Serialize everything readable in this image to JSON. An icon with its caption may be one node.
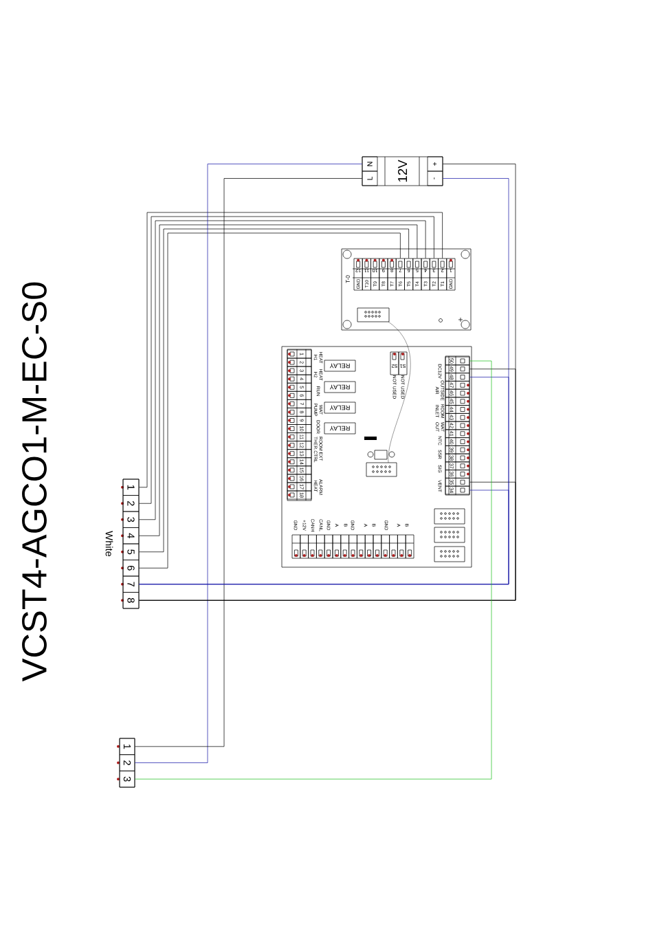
{
  "diagram": {
    "title": "VCST4-AGCO1-M-EC-S0",
    "nodes": [
      {
        "text": [
          "12V"
        ]
      },
      {
        "text": [
          "N"
        ],
        "in": 0
      },
      {
        "text": [
          "L"
        ],
        "in": 0
      },
      {
        "text": [
          "+"
        ],
        "in": 0
      },
      {
        "text": [
          "-"
        ],
        "in": 0
      },
      {
        "text": [],
        "shape": "box"
      },
      {
        "text": [
          "1"
        ],
        "in": 5
      },
      {
        "text": [
          "2"
        ],
        "in": 5
      },
      {
        "text": [
          "3"
        ],
        "in": 5
      },
      {
        "text": [
          "4"
        ],
        "in": 5
      },
      {
        "text": [
          "5"
        ],
        "in": 5
      },
      {
        "text": [
          "6"
        ],
        "in": 5
      },
      {
        "text": [
          "7"
        ],
        "in": 5
      },
      {
        "text": [
          "8"
        ],
        "in": 5
      },
      {
        "text": [
          "9"
        ],
        "in": 5
      },
      {
        "text": [
          "10"
        ],
        "in": 5
      },
      {
        "text": [
          "11"
        ],
        "in": 5
      },
      {
        "text": [
          "12"
        ],
        "in": 5
      },
      {
        "text": [],
        "shape": "box"
      },
      {
        "text": [
          "1"
        ],
        "in": 18
      },
      {
        "text": [
          "2"
        ],
        "in": 18
      },
      {
        "text": [
          "3"
        ],
        "in": 18
      },
      {
        "text": [
          "4"
        ],
        "in": 18
      },
      {
        "text": [
          "5"
        ],
        "in": 18
      },
      {
        "text": [
          "6"
        ],
        "in": 18
      },
      {
        "text": [
          "7"
        ],
        "in": 18
      },
      {
        "text": [
          "8"
        ],
        "in": 18
      },
      {
        "text": [
          "9"
        ],
        "in": 18
      },
      {
        "text": [
          "10"
        ],
        "in": 18
      },
      {
        "text": [
          "11"
        ],
        "in": 18
      },
      {
        "text": [
          "12"
        ],
        "in": 18
      },
      {
        "text": [
          "13"
        ],
        "in": 18
      },
      {
        "text": [
          "14"
        ],
        "in": 18
      },
      {
        "text": [
          "15"
        ],
        "in": 18
      },
      {
        "text": [
          "16"
        ],
        "in": 18
      },
      {
        "text": [
          "17"
        ],
        "in": 18
      },
      {
        "text": [
          "18"
        ],
        "in": 18
      },
      {
        "text": [
          "RELAY"
        ],
        "in": 18
      },
      {
        "text": [
          "RELAY"
        ],
        "in": 18
      },
      {
        "text": [
          "RELAY"
        ],
        "in": 18
      },
      {
        "text": [
          "RELAY"
        ],
        "in": 18
      },
      {
        "text": [
          "S1"
        ],
        "in": 18
      },
      {
        "text": [
          "S2"
        ],
        "in": 18
      },
      {
        "text": [
          "50"
        ],
        "in": 18
      },
      {
        "text": [
          "49"
        ],
        "in": 18
      },
      {
        "text": [
          "48"
        ],
        "in": 18
      },
      {
        "text": [
          "47"
        ],
        "in": 18
      },
      {
        "text": [
          "46"
        ],
        "in": 18
      },
      {
        "text": [
          "45"
        ],
        "in": 18
      },
      {
        "text": [
          "44"
        ],
        "in": 18
      },
      {
        "text": [
          "43"
        ],
        "in": 18
      },
      {
        "text": [
          "42"
        ],
        "in": 18
      },
      {
        "text": [
          "41"
        ],
        "in": 18
      },
      {
        "text": [
          "40"
        ],
        "in": 18
      },
      {
        "text": [
          "39"
        ],
        "in": 18
      },
      {
        "text": [
          "38"
        ],
        "in": 18
      },
      {
        "text": [
          "37"
        ],
        "in": 18
      },
      {
        "text": [
          "36"
        ],
        "in": 18
      },
      {
        "text": [
          "35"
        ],
        "in": 18
      },
      {
        "text": [
          "34"
        ],
        "in": 18
      },
      {
        "text": [],
        "shape": "box",
        "beside": [
          "White"
        ]
      },
      {
        "text": [
          "1"
        ],
        "in": 60
      },
      {
        "text": [
          "2"
        ],
        "in": 60
      },
      {
        "text": [
          "3"
        ],
        "in": 60
      },
      {
        "text": [
          "4"
        ],
        "in": 60
      },
      {
        "text": [
          "5"
        ],
        "in": 60
      },
      {
        "text": [
          "6"
        ],
        "in": 60
      },
      {
        "text": [
          "7"
        ],
        "in": 60
      },
      {
        "text": [
          "8"
        ],
        "in": 60
      },
      {
        "text": [],
        "shape": "box"
      },
      {
        "text": [
          "1"
        ],
        "in": 69
      },
      {
        "text": [
          "2"
        ],
        "in": 69
      },
      {
        "text": [
          "3"
        ],
        "in": 69
      }
    ],
    "edges": [
      {
        "from": 7,
        "to": 61,
        "arrow": "none"
      },
      {
        "from": 8,
        "to": 62,
        "arrow": "none"
      },
      {
        "from": 9,
        "to": 63,
        "arrow": "none"
      },
      {
        "from": 10,
        "to": 64,
        "arrow": "none"
      },
      {
        "from": 11,
        "to": 65,
        "arrow": "none"
      },
      {
        "from": 12,
        "to": 66,
        "arrow": "none"
      },
      {
        "from": 1,
        "to": 71,
        "arrow": "none",
        "color": "#1a1aa8"
      },
      {
        "from": 2,
        "to": 70,
        "arrow": "none"
      },
      {
        "from": 3,
        "to": 68,
        "arrow": "none"
      },
      {
        "from": 4,
        "to": 67,
        "arrow": "none",
        "color": "#1a1aa8"
      },
      {
        "from": 44,
        "to": 68,
        "arrow": "none"
      },
      {
        "from": 58,
        "to": 68,
        "arrow": "none"
      },
      {
        "from": 45,
        "to": 67,
        "arrow": "none",
        "color": "#1a1aa8"
      },
      {
        "from": 59,
        "to": 67,
        "arrow": "none",
        "color": "#1a1aa8"
      },
      {
        "from": 43,
        "to": 72,
        "arrow": "none",
        "color": "#22c022"
      }
    ],
    "labels": [
      "T-0",
      "GND",
      "T10",
      "T9",
      "T8",
      "T7",
      "T6",
      "T5",
      "T4",
      "T3",
      "T2",
      "T1",
      "GND",
      "HEAT H1",
      "HEAT H2",
      "RUN",
      "WAT PUMP",
      "DOOR",
      "ROOM THER.",
      "EXT CTRL",
      "ALARM HEAT",
      "NOT USED",
      "NOT USED",
      "DC12V",
      "OUTSIDE AIR",
      "ROOM INLET",
      "WAT OUT",
      "NTC",
      "SSR",
      "SIG",
      "VENT",
      "GND",
      "+12V",
      "CANH",
      "CANL",
      "GND",
      "A",
      "B",
      "GND",
      "A",
      "B",
      "GND",
      "A",
      "B"
    ]
  }
}
